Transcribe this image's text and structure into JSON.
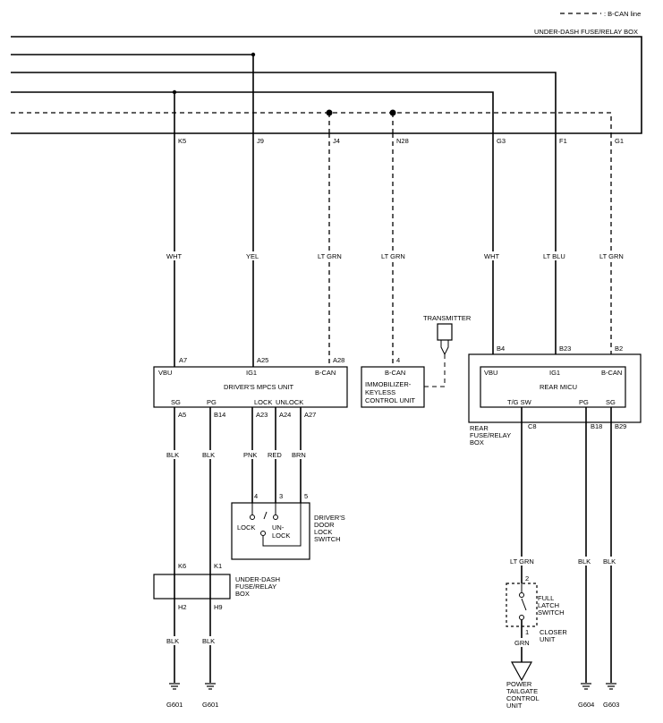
{
  "legend": {
    "bcan_line": ": B-CAN line"
  },
  "boxes": {
    "under_dash_top": "UNDER-DASH FUSE/RELAY BOX",
    "driver_mpcs": "DRIVER'S MPCS UNIT",
    "immobilizer": [
      "IMMOBILIZER-",
      "KEYLESS",
      "CONTROL UNIT"
    ],
    "rear_micu": "REAR MICU",
    "rear_fuse_relay": [
      "REAR",
      "FUSE/RELAY",
      "BOX"
    ],
    "under_dash_bottom": [
      "UNDER-DASH",
      "FUSE/RELAY",
      "BOX"
    ],
    "door_lock_switch": [
      "DRIVER'S",
      "DOOR",
      "LOCK",
      "SWITCH"
    ],
    "closer_unit": [
      "CLOSER",
      "UNIT"
    ],
    "full_latch": [
      "FULL",
      "LATCH",
      "SWITCH"
    ],
    "power_tailgate": [
      "POWER",
      "TAILGATE",
      "CONTROL",
      "UNIT"
    ],
    "transmitter": "TRANSMITTER"
  },
  "top_connectors": [
    "K5",
    "J9",
    "J4",
    "N28",
    "G3",
    "F1",
    "G1"
  ],
  "wire_colors_top": [
    "WHT",
    "YEL",
    "LT GRN",
    "LT GRN",
    "WHT",
    "LT BLU",
    "LT GRN"
  ],
  "mpcs_pins": {
    "top": [
      "A7",
      "A25",
      "A28"
    ],
    "top_labels": [
      "VBU",
      "IG1",
      "B-CAN"
    ],
    "bottom_labels": [
      "SG",
      "PG",
      "LOCK",
      "UNLOCK"
    ],
    "bottom": [
      "A5",
      "B14",
      "A23",
      "A24",
      "A27"
    ]
  },
  "immob_pin": "4",
  "immob_label": "B-CAN",
  "micu_pins": {
    "top": [
      "B4",
      "B23",
      "B2"
    ],
    "top_labels": [
      "VBU",
      "IG1",
      "B-CAN"
    ],
    "bottom_labels": [
      "T/G SW",
      "PG",
      "SG"
    ],
    "bottom": [
      "C8",
      "B18",
      "B29"
    ]
  },
  "wire_colors_mid": [
    "BLK",
    "BLK",
    "PNK",
    "RED",
    "BRN"
  ],
  "switch_pins": [
    "4",
    "3",
    "5"
  ],
  "switch_labels": [
    "LOCK",
    "UN-",
    "LOCK"
  ],
  "under_dash_bottom_pins": [
    "K6",
    "K1",
    "H2",
    "H9"
  ],
  "wire_colors_low": [
    "BLK",
    "BLK"
  ],
  "rear_wire_colors": [
    "LT GRN",
    "BLK",
    "BLK"
  ],
  "closer_pins": [
    "2",
    "1"
  ],
  "closer_wire_color": "GRN",
  "grounds": [
    "G601",
    "G601",
    "G604",
    "G603"
  ]
}
